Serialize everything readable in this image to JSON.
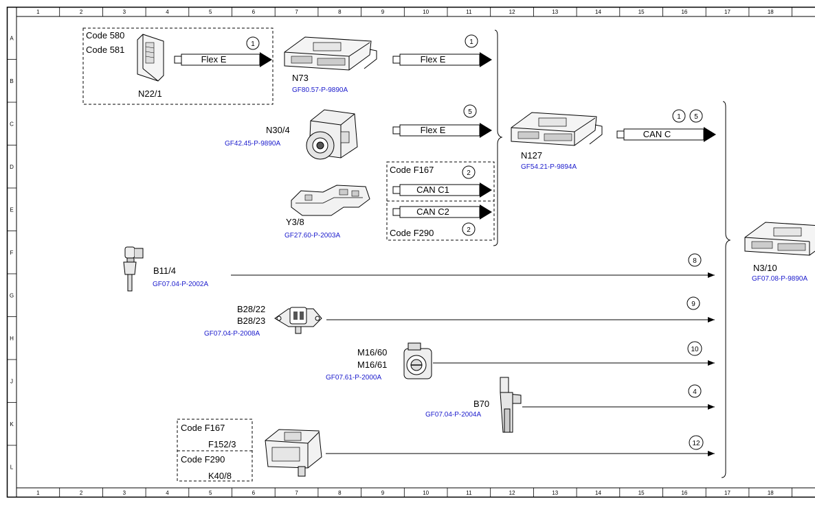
{
  "grid": {
    "columns": [
      "1",
      "2",
      "3",
      "4",
      "5",
      "6",
      "7",
      "8",
      "9",
      "10",
      "11",
      "12",
      "13",
      "14",
      "15",
      "16",
      "17",
      "18"
    ],
    "rows": [
      "A",
      "B",
      "C",
      "D",
      "E",
      "F",
      "G",
      "H",
      "J",
      "K",
      "L"
    ]
  },
  "boxes": {
    "code_580": "Code 580",
    "code_581": "Code 581",
    "f167_top": "Code F167",
    "f290_top": "Code F290",
    "f167_bottom": "Code F167",
    "f290_bottom": "Code F290"
  },
  "components": {
    "n22_1": {
      "label": "N22/1"
    },
    "n73": {
      "label": "N73",
      "ref": "GF80.57-P-9890A"
    },
    "n30_4": {
      "label": "N30/4",
      "ref": "GF42.45-P-9890A"
    },
    "y3_8": {
      "label": "Y3/8",
      "ref": "GF27.60-P-2003A"
    },
    "n127": {
      "label": "N127",
      "ref": "GF54.21-P-9894A"
    },
    "n3_10": {
      "label": "N3/10",
      "ref": "GF07.08-P-9890A"
    },
    "b11_4": {
      "label": "B11/4",
      "ref": "GF07.04-P-2002A"
    },
    "b28": {
      "label1": "B28/22",
      "label2": "B28/23",
      "ref": "GF07.04-P-2008A"
    },
    "m16": {
      "label1": "M16/60",
      "label2": "M16/61",
      "ref": "GF07.61-P-2000A"
    },
    "b70": {
      "label": "B70",
      "ref": "GF07.04-P-2004A"
    },
    "f152_3": {
      "label": "F152/3"
    },
    "k40_8": {
      "label": "K40/8"
    }
  },
  "buses": {
    "flex_e_1": "Flex E",
    "flex_e_2": "Flex E",
    "flex_e_3": "Flex E",
    "can_c1": "CAN C1",
    "can_c2": "CAN C2",
    "can_c": "CAN C"
  },
  "markers": {
    "m_flex1": "1",
    "m_flex2": "1",
    "m_flex3": "5",
    "m_canc1": "2",
    "m_canc2": "2",
    "m_canc_a": "1",
    "m_canc_b": "5",
    "m_b11": "8",
    "m_b28": "9",
    "m_m16": "10",
    "m_b70": "4",
    "m_k40": "12"
  }
}
